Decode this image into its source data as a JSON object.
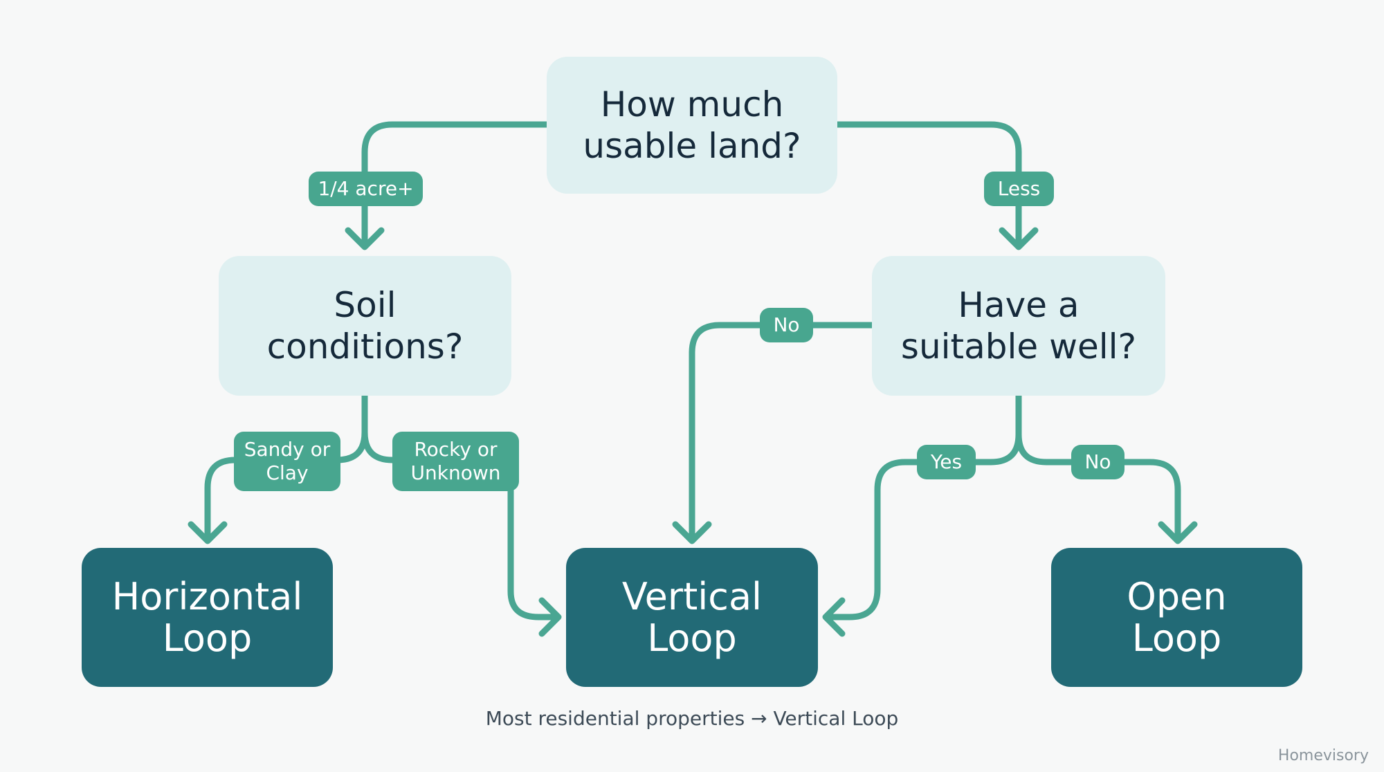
{
  "questions": {
    "land": "How much\nusable land?",
    "soil": "Soil\nconditions?",
    "well": "Have a\nsuitable well?"
  },
  "outcomes": {
    "horizontal": "Horizontal\nLoop",
    "vertical": "Vertical\nLoop",
    "open": "Open\nLoop"
  },
  "edge_labels": {
    "quarter_acre": "1/4 acre+",
    "less": "Less",
    "well_no_left": "No",
    "sandy_clay": "Sandy or\nClay",
    "rocky_unknown": "Rocky or\nUnknown",
    "yes": "Yes",
    "well_no_right": "No"
  },
  "caption": "Most residential properties → Vertical Loop",
  "brand": "Homevisory",
  "colors": {
    "background": "#f7f8f8",
    "question_fill": "#dff0f1",
    "question_text": "#15293a",
    "outcome_fill": "#226a76",
    "outcome_text": "#ffffff",
    "connector": "#4aa692"
  }
}
